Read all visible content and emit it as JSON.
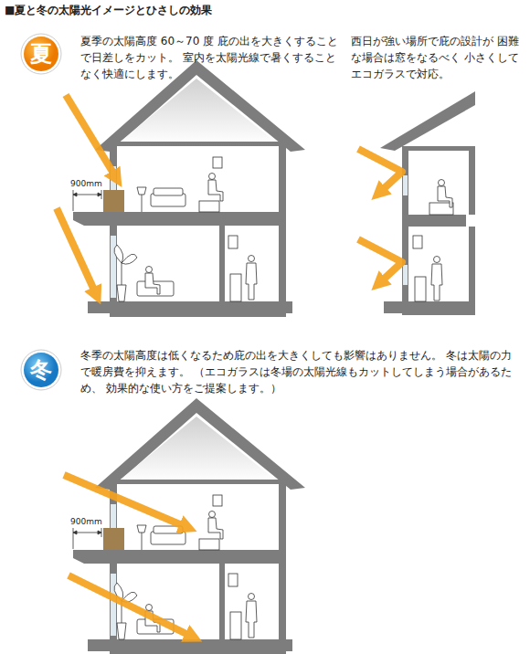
{
  "diagram": {
    "title": "■夏と冬の太陽光イメージとひさしの効果",
    "nodes": [
      {
        "text": [
          "夏"
        ]
      },
      {
        "text": [
          "冬"
        ]
      }
    ],
    "labels": [
      "夏季の太陽高度 60～70 度 庇の出を大きくすることで日差しをカット。 室内を太陽光線で暑くすることなく快適にします。",
      "西日が強い場所で庇の設計が 困難な場合は窓をなるべく 小さくしてエコガラスで対応。",
      "900mm",
      "冬季の太陽高度は低くなるため庇の出を大きくしても影響はありません。 冬は太陽の力で暖房費を抑えます。 （エコガラスは冬場の太陽光線もカットしてしまう場合があるため、 効果的な使い方をご提案します。）",
      "900mm"
    ]
  }
}
